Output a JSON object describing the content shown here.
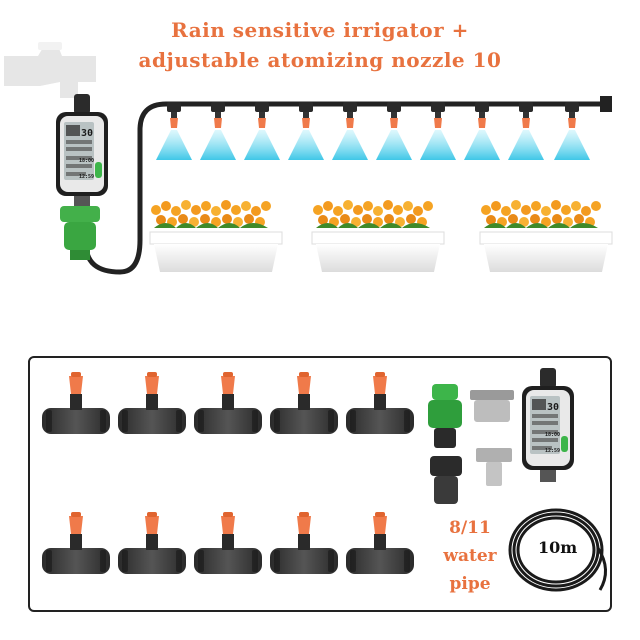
{
  "title": {
    "line1": "Rain sensitive irrigator +",
    "line2": "adjustable atomizing nozzle 10"
  },
  "kit": {
    "pipe_spec": "8/11",
    "pipe_word1": "water",
    "pipe_word2": "pipe",
    "pipe_length": "10m"
  },
  "timer_display": {
    "big_digits": "30",
    "clock_1": "18:00",
    "clock_2": "12:59"
  },
  "colors": {
    "title": "#e8723f",
    "nozzle_orange": "#f07a4a",
    "mist_blue": "#6fd6ee",
    "timer_green": "#3db54a",
    "flower_orange": "#f5a323"
  }
}
